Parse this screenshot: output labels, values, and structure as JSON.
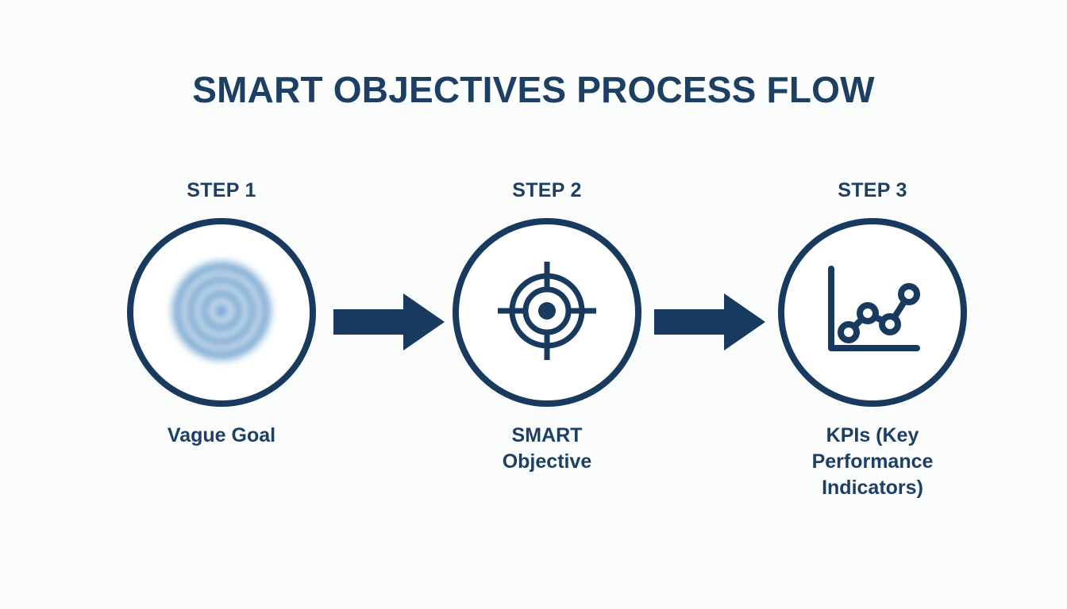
{
  "page": {
    "title": "SMART OBJECTIVES PROCESS FLOW",
    "background_color": "#fbfcfc"
  },
  "theme": {
    "navy": "#173a5e",
    "title_navy": "#1d3f63",
    "accent_blue": "#4e8cc4",
    "circle_fill": "#ffffff"
  },
  "flow": {
    "steps": [
      {
        "kicker": "STEP 1",
        "label": "Vague Goal",
        "icon": "blurred-concentric-rings-icon",
        "icon_meaning": "unfocused target representing an unclear goal"
      },
      {
        "kicker": "STEP 2",
        "label": "SMART Objective",
        "icon": "crosshair-target-icon",
        "icon_meaning": "sharp crosshair target representing a precise objective"
      },
      {
        "kicker": "STEP 3",
        "label": "KPIs (Key Performance Indicators)",
        "icon": "line-chart-icon",
        "icon_meaning": "line graph with data points representing measurement"
      }
    ],
    "connectors": [
      {
        "name": "arrow-step1-to-step2",
        "direction": "right"
      },
      {
        "name": "arrow-step2-to-step3",
        "direction": "right"
      }
    ]
  }
}
